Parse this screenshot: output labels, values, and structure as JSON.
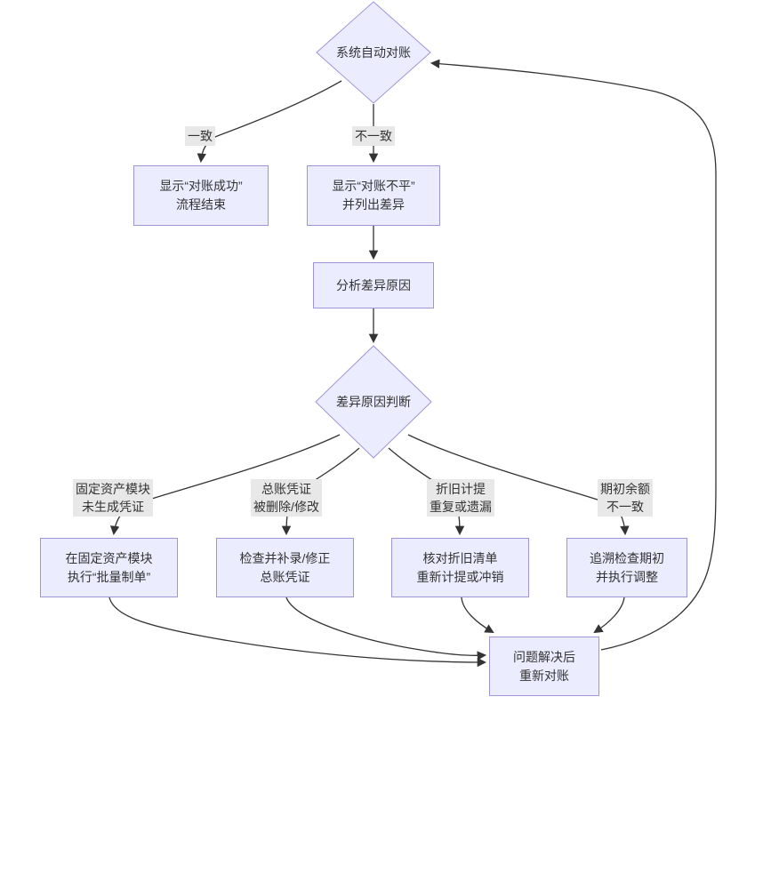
{
  "flowchart": {
    "nodes": {
      "auto-recon": {
        "label": "系统自动对账"
      },
      "show-success": {
        "lines": [
          "显示“对账成功”",
          "流程结束"
        ]
      },
      "show-unbalanced": {
        "lines": [
          "显示“对账不平”",
          "并列出差异"
        ]
      },
      "analyze": {
        "label": "分析差异原因"
      },
      "judge": {
        "label": "差异原因判断"
      },
      "fix-fixed-assets": {
        "lines": [
          "在固定资产模块",
          "执行“批量制单”"
        ]
      },
      "fix-gl-voucher": {
        "lines": [
          "检查并补录/修正",
          "总账凭证"
        ]
      },
      "fix-depreciation": {
        "lines": [
          "核对折旧清单",
          "重新计提或冲销"
        ]
      },
      "fix-opening-balance": {
        "lines": [
          "追溯检查期初",
          "并执行调整"
        ]
      },
      "retry-recon": {
        "lines": [
          "问题解决后",
          "重新对账"
        ]
      }
    },
    "edge_labels": {
      "match": {
        "label": "一致"
      },
      "mismatch": {
        "label": "不一致"
      },
      "cause-fixed-assets": {
        "lines": [
          "固定资产模块",
          "未生成凭证"
        ]
      },
      "cause-gl-voucher": {
        "lines": [
          "总账凭证",
          "被删除/修改"
        ]
      },
      "cause-depreciation": {
        "lines": [
          "折旧计提",
          "重复或遗漏"
        ]
      },
      "cause-opening-balance": {
        "lines": [
          "期初余额",
          "不一致"
        ]
      }
    }
  },
  "colors": {
    "node-fill": "#ECECFF",
    "node-border": "#9e94d6",
    "label-bg": "#e8e8e8",
    "edge-color": "#333333"
  }
}
